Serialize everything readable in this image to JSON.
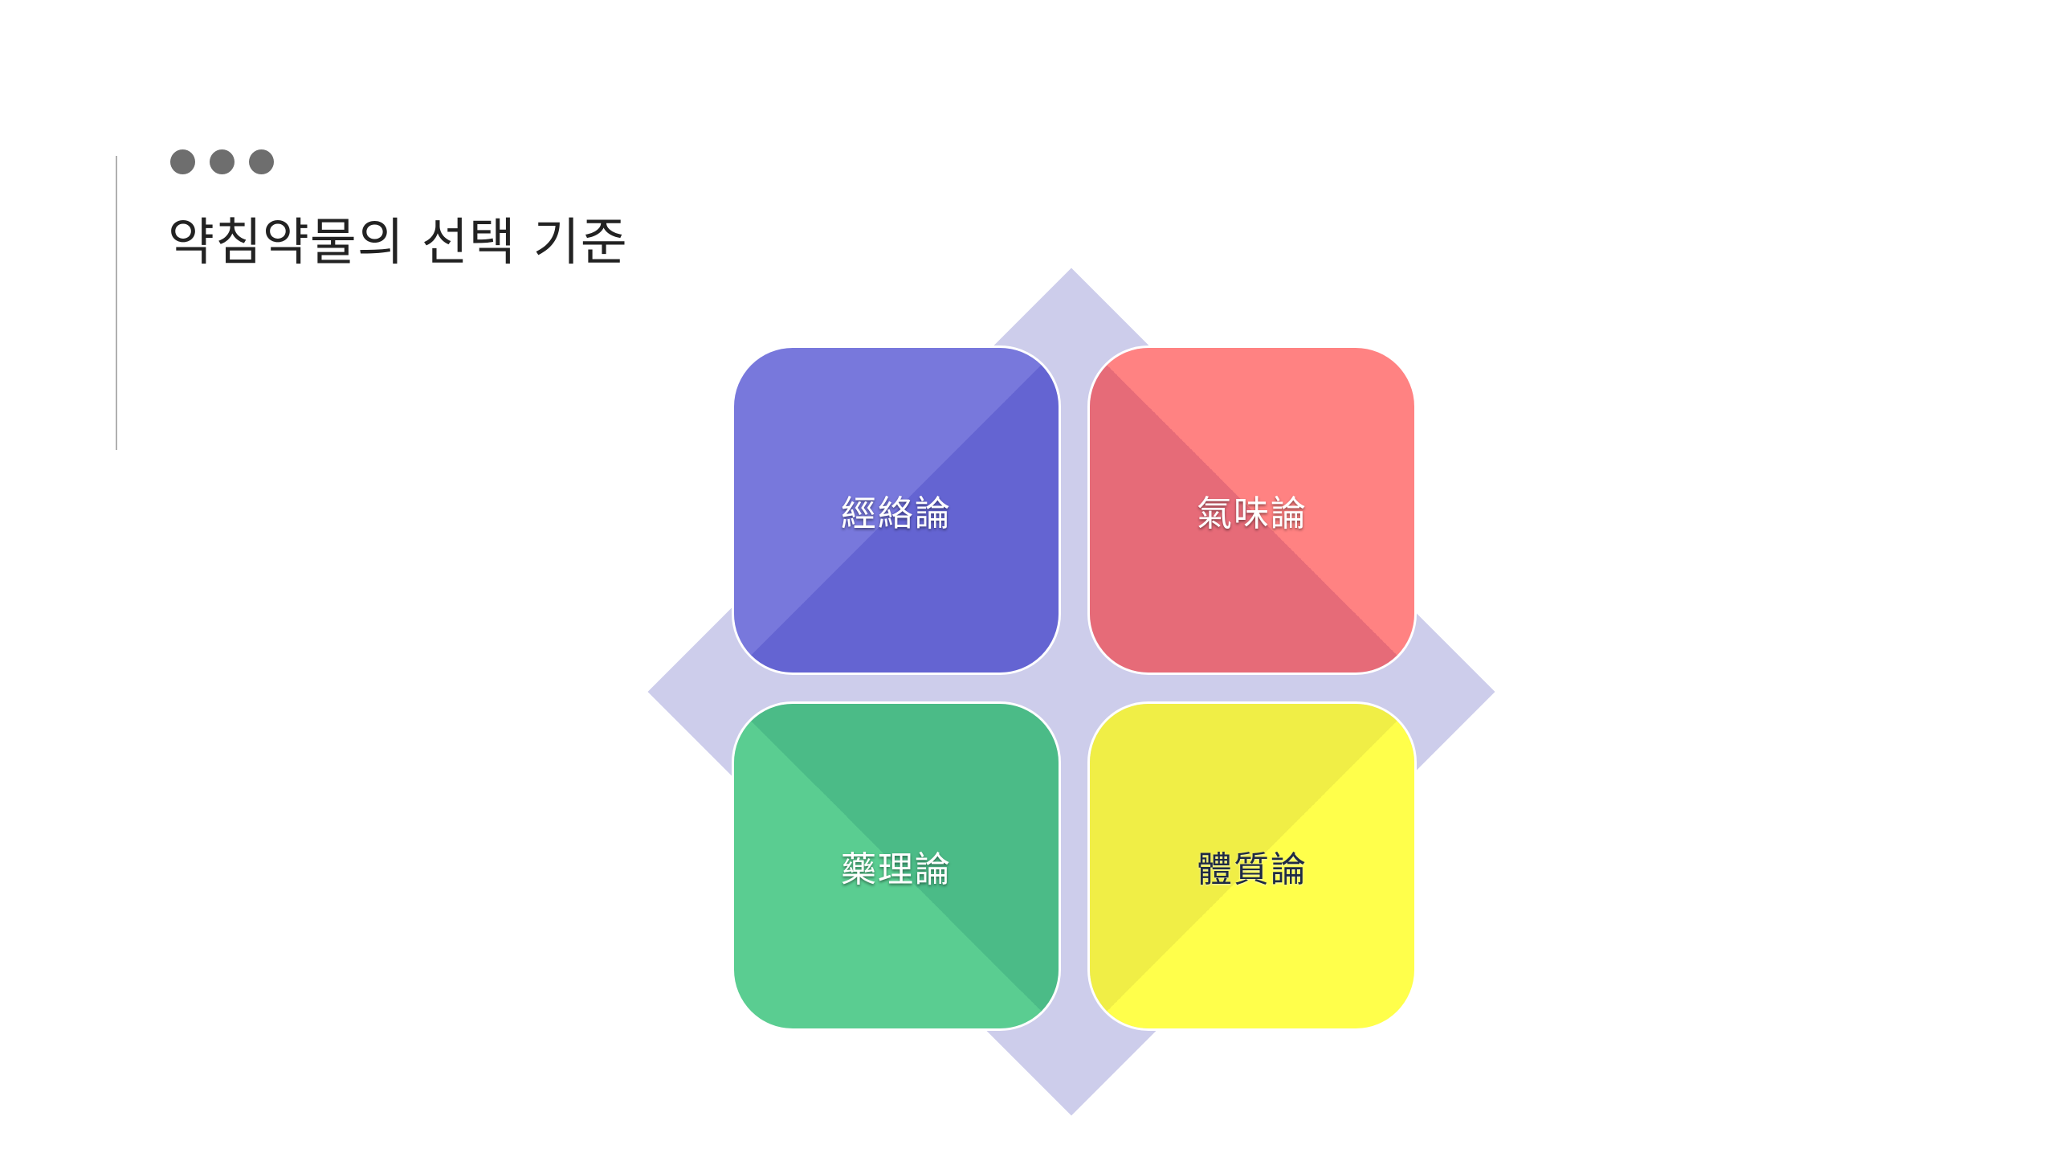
{
  "slide": {
    "title": "약침약물의 선택 기준"
  },
  "diagram": {
    "tiles": [
      {
        "label": "經絡論",
        "color_light": "#7878dc",
        "color_dark": "#6464d2"
      },
      {
        "label": "氣味論",
        "color_light": "#ff8282",
        "color_dark": "#e66b78"
      },
      {
        "label": "藥理論",
        "color_light": "#5acd91",
        "color_dark": "#4bbb87"
      },
      {
        "label": "體質論",
        "color_light": "#ffff4b",
        "color_dark": "#f0ee46"
      }
    ],
    "diamond_color": "#cdcdeb"
  },
  "colors": {
    "dots": "#6e6e6e",
    "title": "#222222",
    "accent_line": "#b0b0b0"
  }
}
